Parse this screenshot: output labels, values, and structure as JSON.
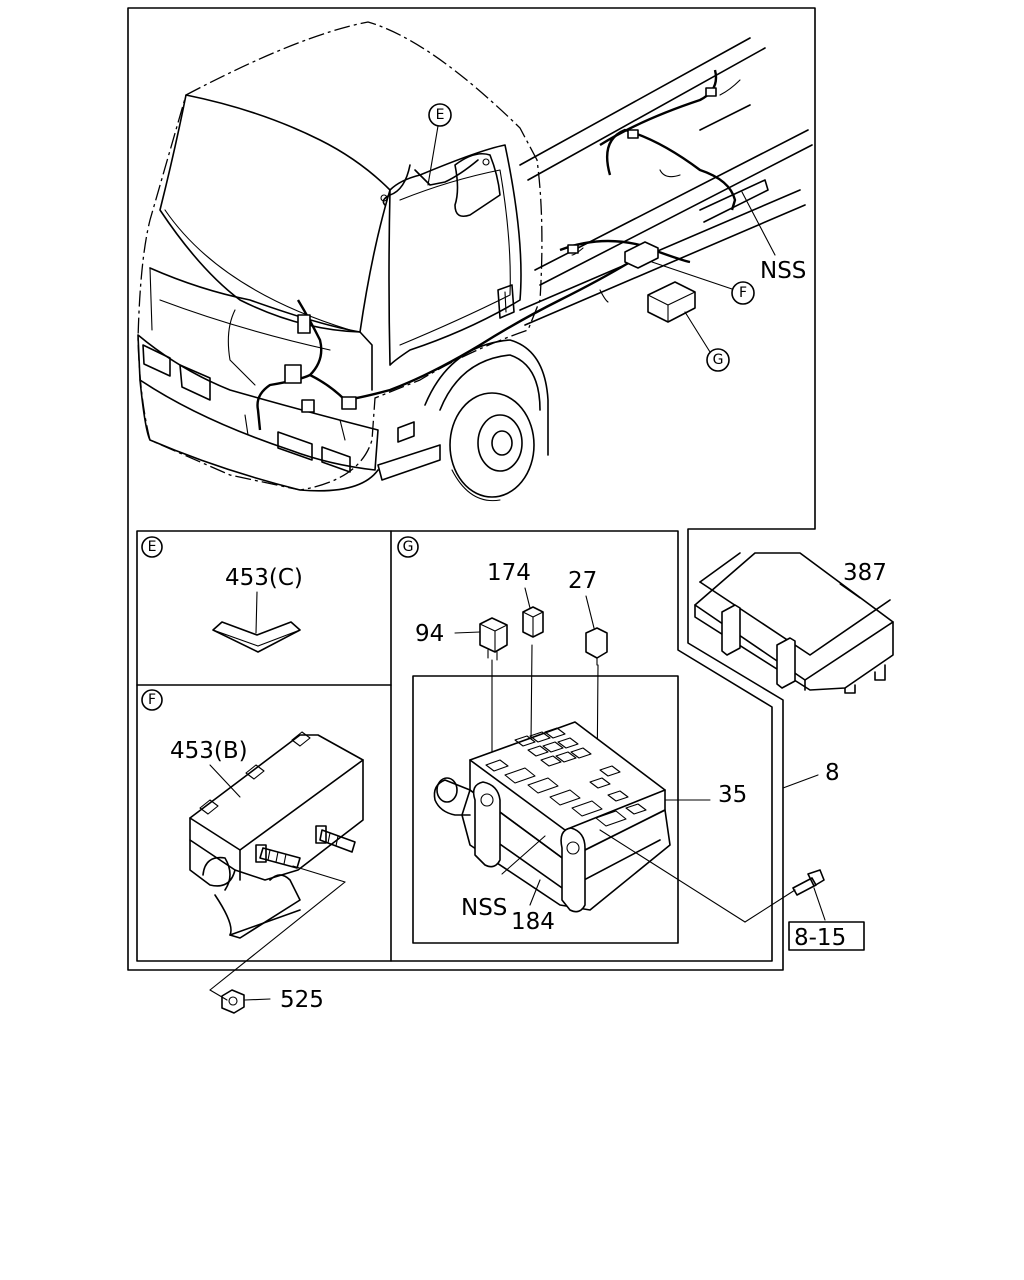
{
  "callouts": {
    "e": "E",
    "f": "F",
    "g": "G",
    "nss_top": "NSS",
    "nss_box": "NSS"
  },
  "parts": {
    "p453c": "453(C)",
    "p453b": "453(B)",
    "p525": "525",
    "p94": "94",
    "p174": "174",
    "p27": "27",
    "p35": "35",
    "p184": "184",
    "p387": "387",
    "p8": "8",
    "ref815": "8-15"
  }
}
